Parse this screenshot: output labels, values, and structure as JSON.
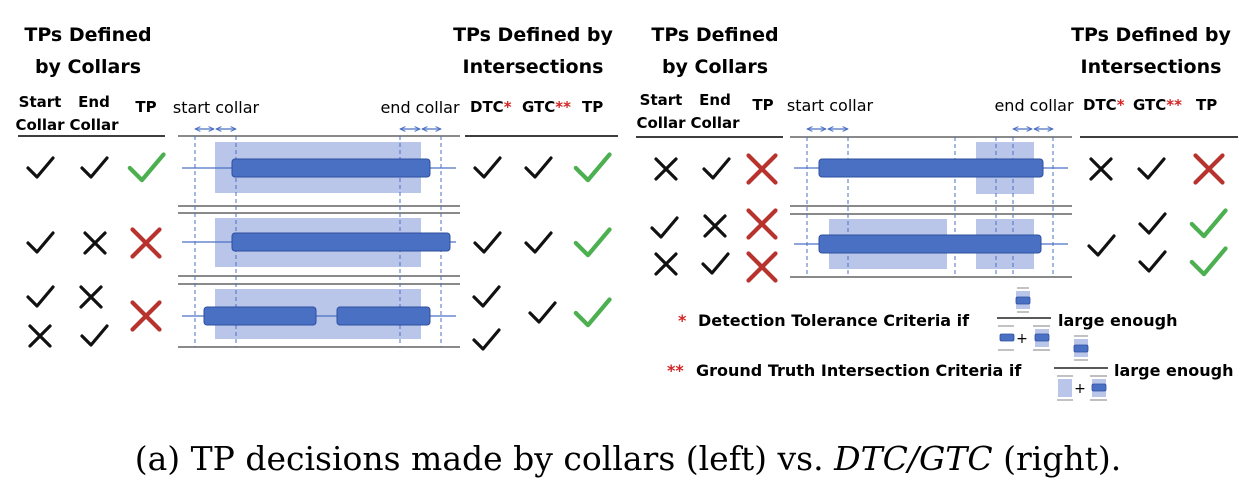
{
  "left_panel": {
    "header_left": [
      "TPs Defined",
      "by Collars"
    ],
    "header_right": [
      "TPs Defined by",
      "Intersections"
    ],
    "col_start": [
      "Start",
      "Collar"
    ],
    "col_end": [
      "End",
      "Collar"
    ],
    "col_tp": "TP",
    "label_start_collar": "start collar",
    "label_end_collar": "end collar",
    "col_dtc": "DTC",
    "col_gtc": "GTC",
    "col_tp2": "TP"
  },
  "right_panel": {
    "header_left": [
      "TPs Defined",
      "by Collars"
    ],
    "header_right": [
      "TPs Defined by",
      "Intersections"
    ],
    "col_start": [
      "Start",
      "Collar"
    ],
    "col_end": [
      "End",
      "Collar"
    ],
    "col_tp": "TP",
    "label_start_collar": "start collar",
    "label_end_collar": "end collar",
    "col_dtc": "DTC",
    "col_gtc": "GTC",
    "col_tp2": "TP"
  },
  "markers": {
    "single": "*",
    "double": "**"
  },
  "legend": {
    "dtc_text": "Detection Tolerance Criteria if",
    "gtc_text": "Ground Truth Intersection Criteria if",
    "suffix": "large enough",
    "plus": "+"
  },
  "caption": {
    "prefix": "(a) TP decisions made by collars (left) vs. ",
    "italic": "DTC/GTC",
    "suffix": " (right)."
  },
  "colors": {
    "check": "#111111",
    "cross": "#111111",
    "tp_check": "#4caf50",
    "tp_cross": "#b8332d",
    "gt_region": "#b9c5e9",
    "prediction": "#4a70c4",
    "prediction_border": "#2f4f9e",
    "star": "#d42424"
  }
}
